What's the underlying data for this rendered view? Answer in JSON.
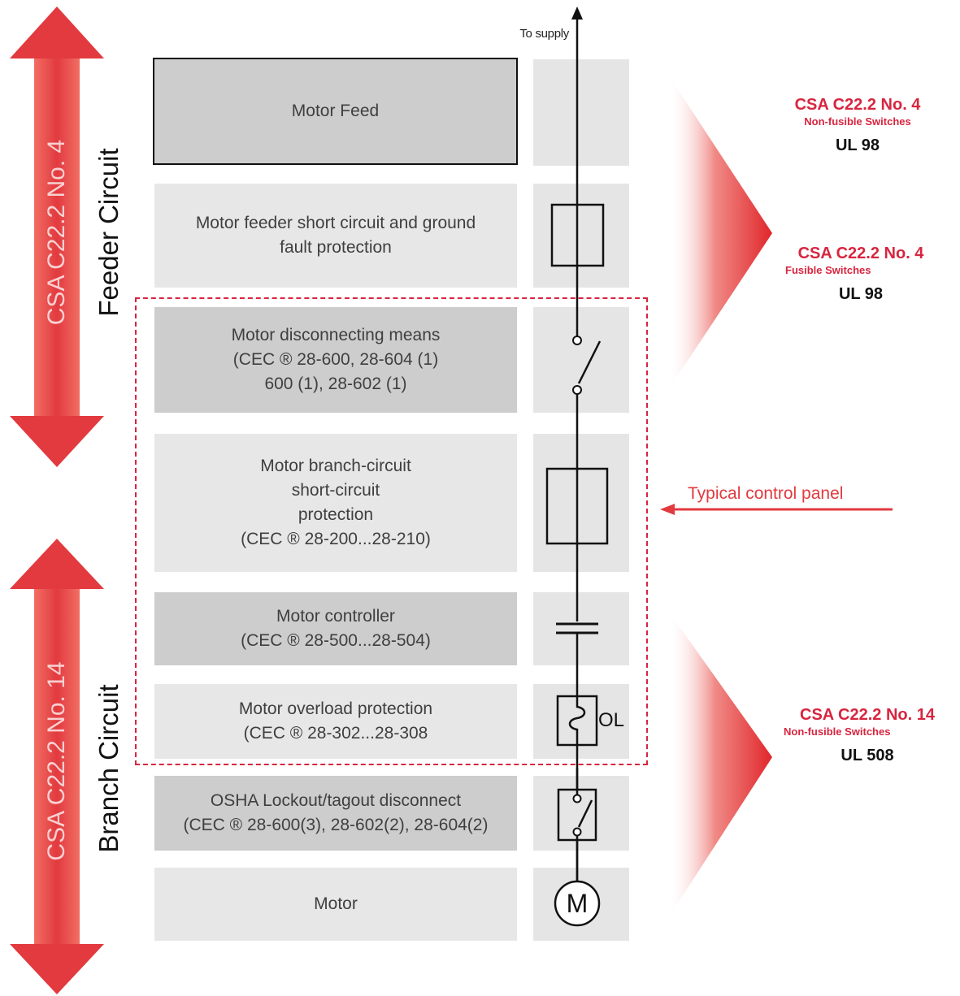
{
  "supply_label": "To supply",
  "rows": [
    {
      "lines": [
        "Motor Feed"
      ]
    },
    {
      "lines": [
        "Motor feeder short circuit and ground",
        "fault protection"
      ]
    },
    {
      "lines": [
        "Motor disconnecting means",
        "(CEC ® 28-600, 28-604 (1)",
        "600 (1), 28-602 (1)"
      ]
    },
    {
      "lines": [
        "Motor branch-circuit",
        "short-circuit",
        "protection",
        "(CEC ® 28-200...28-210)"
      ]
    },
    {
      "lines": [
        "Motor controller",
        "(CEC ® 28-500...28-504)"
      ]
    },
    {
      "lines": [
        "Motor overload protection",
        "(CEC ® 28-302...28-308"
      ]
    },
    {
      "lines": [
        "OSHA Lockout/tagout disconnect",
        "(CEC ® 28-600(3), 28-602(2), 28-604(2)"
      ]
    },
    {
      "lines": [
        "Motor"
      ]
    }
  ],
  "symbols": {
    "overload": "OL",
    "motor": "M"
  },
  "side_labels": {
    "feeder_standard": "CSA C22.2 No. 4",
    "feeder_circuit": "Feeder Circuit",
    "branch_standard": "CSA C22.2 No. 14",
    "branch_circuit": "Branch Circuit"
  },
  "control_panel_label": "Typical control panel",
  "standards": [
    {
      "title": "CSA C22.2 No. 4",
      "subtitle": "Non-fusible Switches",
      "ul": "UL 98"
    },
    {
      "title": "CSA C22.2 No. 4",
      "subtitle": "Fusible Switches",
      "ul": "UL 98"
    },
    {
      "title": "CSA C22.2 No. 14",
      "subtitle": "Non-fusible Switches",
      "ul": "UL 508"
    }
  ],
  "colors": {
    "accent_red": "#e23a3f",
    "standard_red": "#d8253f",
    "panel_dark": "#cdcdcd",
    "panel_light": "#e7e7e7"
  }
}
